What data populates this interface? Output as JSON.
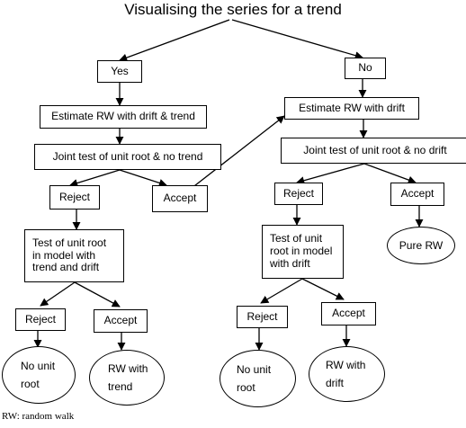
{
  "title": "Visualising the series for a trend",
  "footnote": "RW: random walk",
  "nodes": {
    "yes": "Yes",
    "no": "No",
    "estimate_trend": "Estimate RW with drift & trend",
    "estimate_drift": "Estimate RW with drift",
    "joint_trend": "Joint test of unit root & no trend",
    "joint_drift": "Joint test of unit root & no drift",
    "reject_left": "Reject",
    "accept_left": "Accept",
    "reject_right": "Reject",
    "accept_right": "Accept",
    "unit_root_trend": "Test of unit root\nin model with\ntrend and drift",
    "unit_root_drift": "Test of unit\nroot in model\nwith drift",
    "pure_rw": "Pure RW",
    "reject_ll": "Reject",
    "accept_ll": "Accept",
    "reject_rl": "Reject",
    "accept_rl": "Accept",
    "no_unit_root_left": "No unit\nroot",
    "rw_trend": "RW with\ntrend",
    "no_unit_root_right": "No unit\nroot",
    "rw_drift": "RW with\ndrift"
  }
}
